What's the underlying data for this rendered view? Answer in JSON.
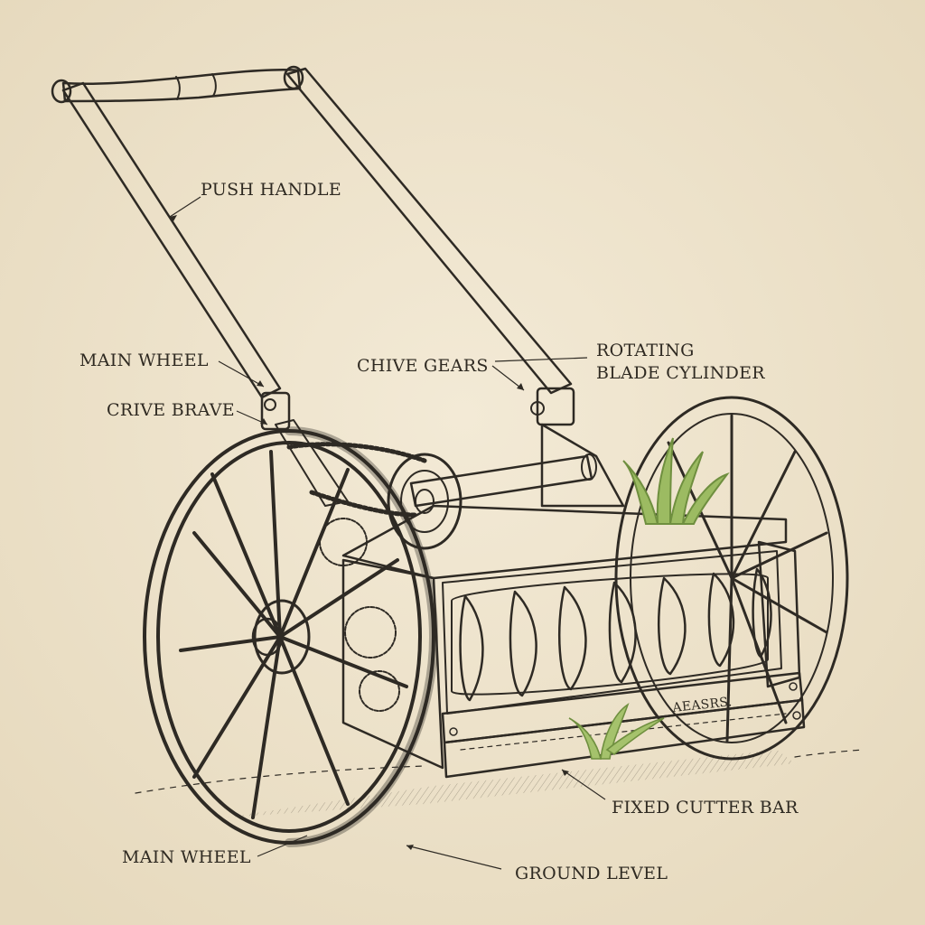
{
  "colors": {
    "paper": "#efe5cf",
    "ink": "#2e2a24",
    "metal": "#ddd3bd",
    "grass": "#8fae58"
  },
  "labels": {
    "push_handle": "PUSH HANDLE",
    "main_wheel_top": "MAIN WHEEL",
    "crive_brave": "CRIVE BRAVE",
    "chive_gears": "CHIVE GEARS",
    "rotating_line1": "ROTATING",
    "rotating_line2": "BLADE CYLINDER",
    "fixed_cutter_bar": "FIXED CUTTER BAR",
    "main_wheel_bottom": "MAIN WHEEL",
    "ground_level": "GROUND LEVEL",
    "bar_stamp": "AEASRS."
  }
}
